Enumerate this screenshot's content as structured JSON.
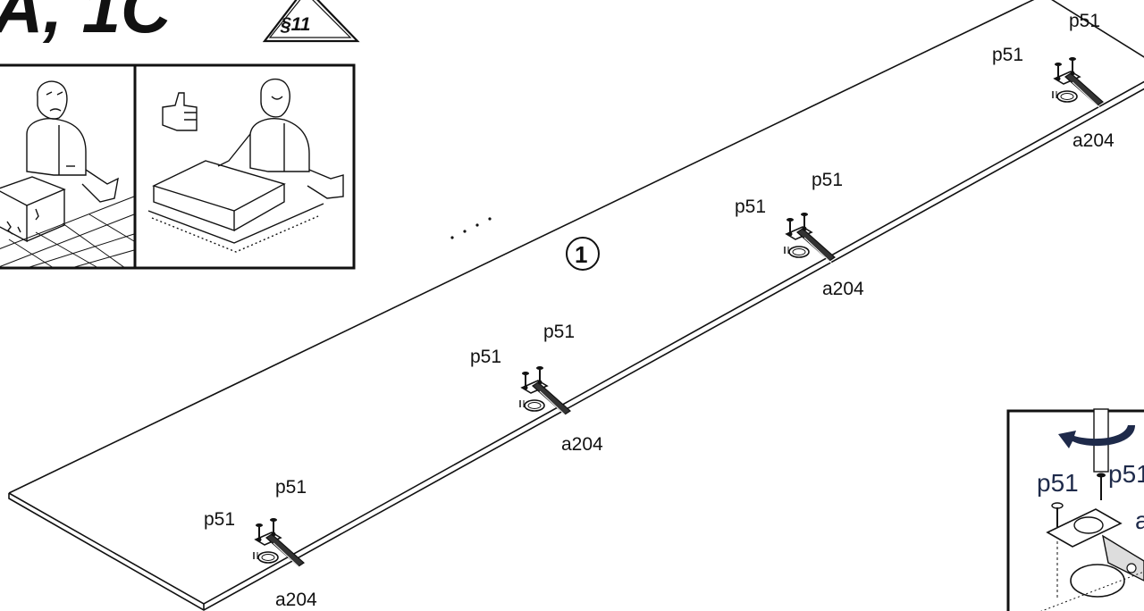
{
  "header": {
    "title": "A, 1C",
    "warning_label": "§11"
  },
  "step": {
    "number": "1"
  },
  "labels": {
    "screw": "p51",
    "hinge": "a204"
  },
  "detail": {
    "screw_left": "p51",
    "screw_right": "p51",
    "part_partial": "a"
  },
  "colors": {
    "line": "#111111",
    "arrow": "#1e2a4a"
  }
}
